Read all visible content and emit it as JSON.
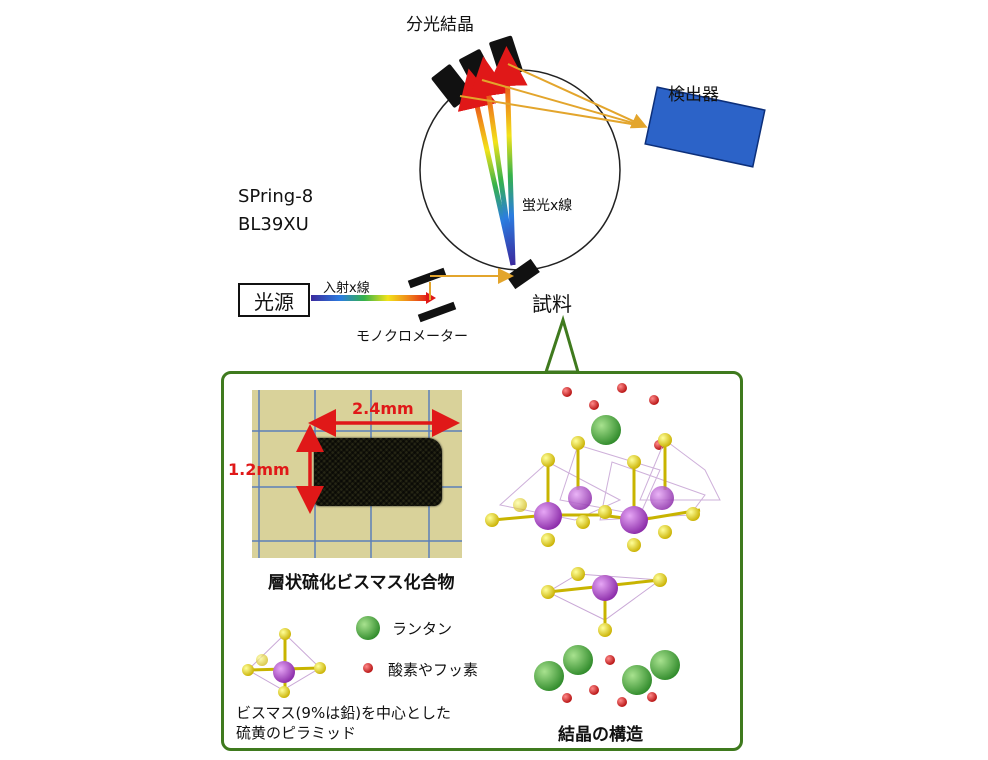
{
  "beamline": {
    "line1": "SPring-8",
    "line2": "BL39XU"
  },
  "labels": {
    "crystal": "分光結晶",
    "detector": "検出器",
    "fluorescence": "蛍光x線",
    "source": "光源",
    "incident": "入射x線",
    "monochromator": "モノクロメーター",
    "sample": "試料"
  },
  "inset": {
    "dim_width": "2.4mm",
    "dim_height": "1.2mm",
    "photo_caption": "層状硫化ビスマス化合物",
    "structure_caption": "結晶の構造",
    "legend": {
      "lanthanum": "ランタン",
      "oxygen_fluorine": "酸素やフッ素",
      "pyramid_line1": "ビスマス(9%は鉛)を中心とした",
      "pyramid_line2": "硫黄のピラミッド"
    }
  },
  "colors": {
    "frame": "#3f7a1e",
    "detector": "#2c63c8",
    "beam_yellow": "#e3a52c",
    "lanthanum": "#3aa33a",
    "oxygen": "#d01818",
    "bismuth": "#a543c9",
    "sulfur": "#ffe000",
    "dimension": "#e01818"
  }
}
